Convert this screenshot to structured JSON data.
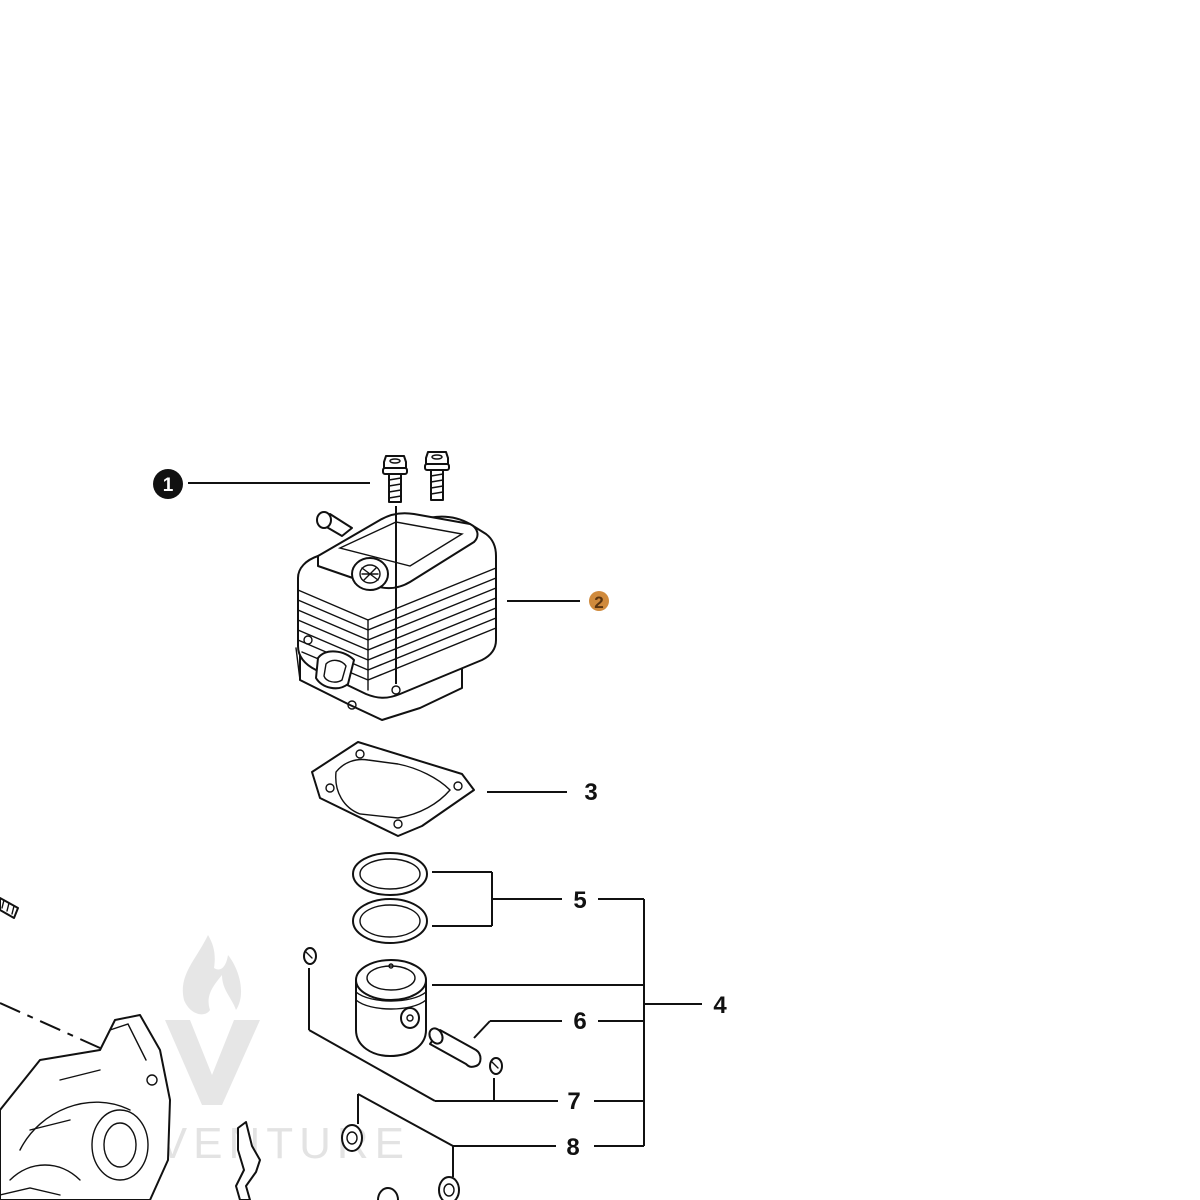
{
  "callouts": {
    "c1": "1",
    "c2": "2",
    "c3": "3",
    "c4": "4",
    "c5": "5",
    "c6": "6",
    "c7": "7",
    "c8": "8"
  },
  "watermark": {
    "text": "DVENTURE"
  },
  "colors": {
    "line": "#111111",
    "badge_dark": "#111111",
    "badge_highlight": "#d08a3c",
    "watermark": "#c8c8c8"
  }
}
